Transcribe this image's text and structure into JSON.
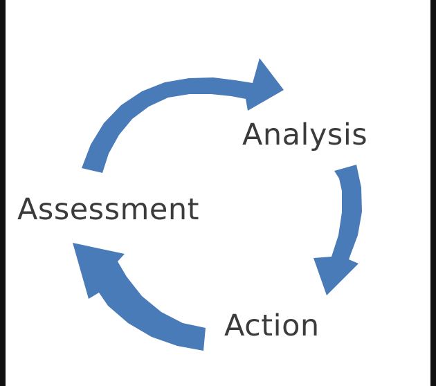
{
  "diagram": {
    "type": "cycle",
    "nodes": [
      {
        "id": "analysis",
        "label": "Analysis"
      },
      {
        "id": "action",
        "label": "Action"
      },
      {
        "id": "assessment",
        "label": "Assessment"
      }
    ],
    "edges": [
      {
        "from": "assessment",
        "to": "analysis"
      },
      {
        "from": "analysis",
        "to": "action"
      },
      {
        "from": "action",
        "to": "assessment"
      }
    ],
    "colors": {
      "arrow": "#4a7bb9",
      "text": "#3b3b3b",
      "background": "#ffffff",
      "edge_bars": "#111111"
    }
  }
}
